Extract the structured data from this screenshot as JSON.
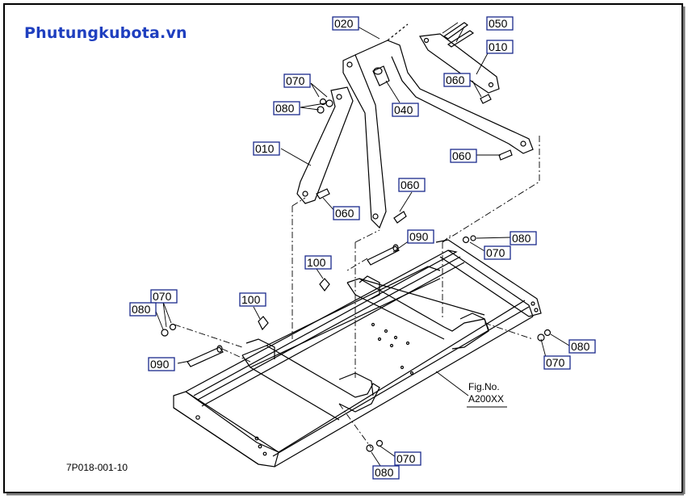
{
  "watermark": "Phutungkubota.vn",
  "figure_code": "7P018-001-10",
  "figure_reference": {
    "label": "Fig.No.",
    "number": "A200XX"
  },
  "callouts": [
    {
      "id": "c020",
      "text": "020"
    },
    {
      "id": "c050",
      "text": "050"
    },
    {
      "id": "c010a",
      "text": "010"
    },
    {
      "id": "c070a",
      "text": "070"
    },
    {
      "id": "c080a",
      "text": "080"
    },
    {
      "id": "c040",
      "text": "040"
    },
    {
      "id": "c060a",
      "text": "060"
    },
    {
      "id": "c010b",
      "text": "010"
    },
    {
      "id": "c060b",
      "text": "060"
    },
    {
      "id": "c060c",
      "text": "060"
    },
    {
      "id": "c060d",
      "text": "060"
    },
    {
      "id": "c090a",
      "text": "090"
    },
    {
      "id": "c080b",
      "text": "080"
    },
    {
      "id": "c070b",
      "text": "070"
    },
    {
      "id": "c100a",
      "text": "100"
    },
    {
      "id": "c100b",
      "text": "100"
    },
    {
      "id": "c070c",
      "text": "070"
    },
    {
      "id": "c080c",
      "text": "080"
    },
    {
      "id": "c090b",
      "text": "090"
    },
    {
      "id": "c080d",
      "text": "080"
    },
    {
      "id": "c070d",
      "text": "070"
    },
    {
      "id": "c070e",
      "text": "070"
    },
    {
      "id": "c080e",
      "text": "080"
    }
  ],
  "colors": {
    "callout_border": "#1a2a8c",
    "watermark": "#1f3fbf",
    "frame": "#000000"
  }
}
